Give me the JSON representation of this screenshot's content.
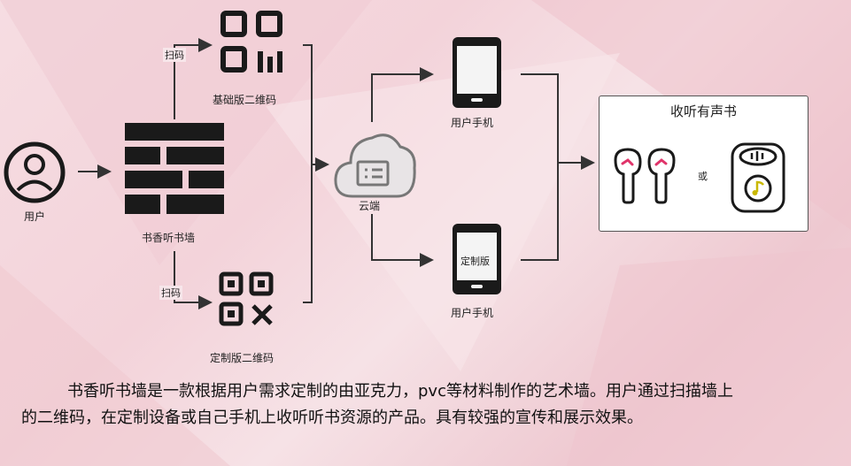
{
  "nodes": {
    "user": "用户",
    "wall": "书香听书墙",
    "basic_qr": "基础版二维码",
    "custom_qr": "定制版二维码",
    "cloud": "云端",
    "phone_top": "用户手机",
    "phone_bottom": "用户手机",
    "phone_bottom_screen": "定制版"
  },
  "edges": {
    "scan_top": "扫码",
    "scan_bottom": "扫码"
  },
  "output": {
    "title": "收听有声书",
    "or": "或"
  },
  "caption": {
    "line1": "书香听书墙是一款根据用户需求定制的由亚克力，pvc等材料制作的艺术墙。用户通过扫描墙上",
    "line2": "的二维码，在定制设备或自己手机上收听听书资源的产品。具有较强的宣传和展示效果。"
  },
  "colors": {
    "line": "#333333",
    "icon": "#1a1a1a",
    "accent": "#e0346a",
    "speaker_note": "#c9b800"
  },
  "icons": [
    "user-icon",
    "brick-wall-icon",
    "qr-code-icon",
    "cloud-server-icon",
    "phone-icon",
    "earbuds-icon",
    "smart-speaker-icon"
  ]
}
